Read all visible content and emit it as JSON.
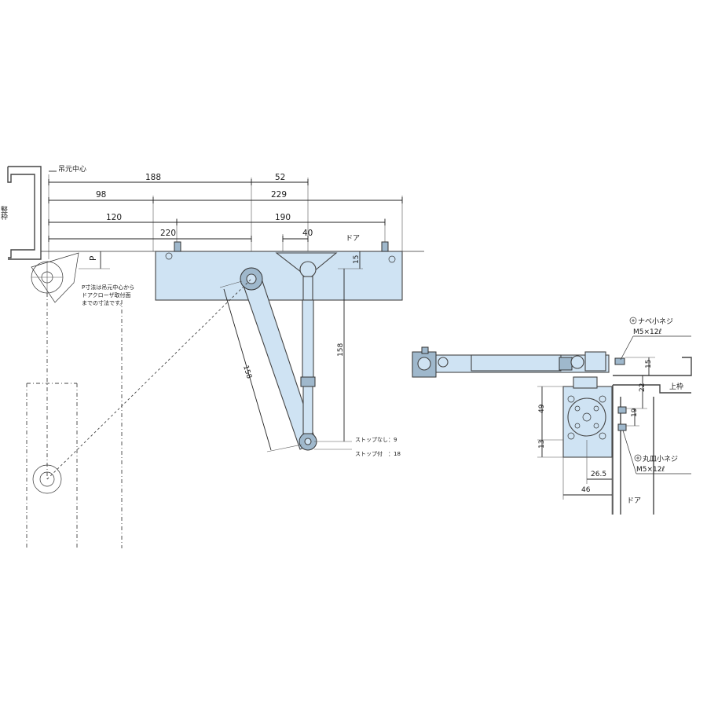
{
  "labels": {
    "hinge_center": "吊元中心",
    "jamb": "竪枠",
    "door_top": "ドア",
    "door_side": "ドア",
    "top_frame": "上枠",
    "p_mark": "P",
    "p_note_1": "P寸法は吊元中心から",
    "p_note_2": "ドアクローザ取付面",
    "p_note_3": "までの寸法です。",
    "stop_none": "ストップなし：9",
    "stop_with": "ストップ付　：18",
    "screw_top_1": "ナベ小ネジ",
    "screw_top_2": "M5×12ℓ",
    "screw_bottom_1": "丸皿小ネジ",
    "screw_bottom_2": "M5×12ℓ"
  },
  "dims": {
    "d188": "188",
    "d52": "52",
    "d98": "98",
    "d229": "229",
    "d120": "120",
    "d190": "190",
    "d220": "220",
    "d40": "40",
    "d15_left": "15",
    "d158_arm": "158",
    "d158_vert": "158",
    "d15_right": "15",
    "d22": "22",
    "d19": "19",
    "d49": "49",
    "d13": "13",
    "d26_5": "26.5",
    "d46": "46"
  },
  "colors": {
    "part_fill": "#cfe3f3"
  }
}
